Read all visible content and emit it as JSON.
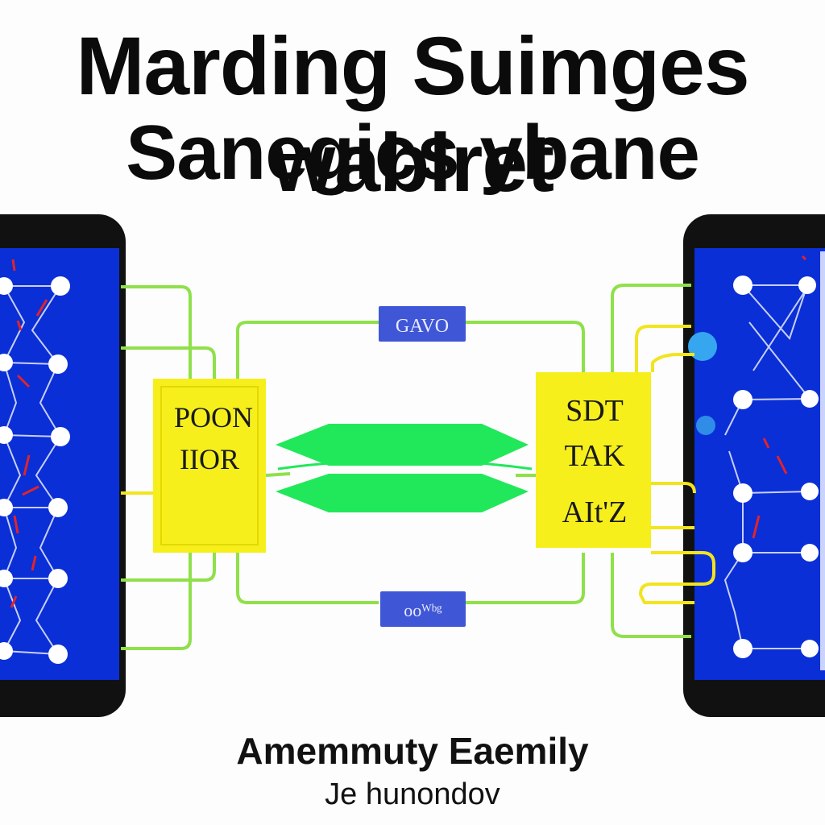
{
  "title": {
    "line1": "Marding Suimges wablret",
    "line2": "Sanegics ybane"
  },
  "top_tag": "GAVO",
  "bottom_tag": "ooᵂᵇᵍ",
  "left_box": {
    "line1": "POON",
    "line2": "IIOR"
  },
  "right_box": {
    "line1": "SDT",
    "line2": "TAK",
    "line3": "AIt'Z"
  },
  "footer": {
    "line1": "Amemmuty Eaemily",
    "line2": "Je hunondov"
  },
  "colors": {
    "screen": "#0a2fd6",
    "phone_frame": "#111111",
    "box_yellow": "#f6ef1c",
    "tag_blue": "#3f56d6",
    "wire_green": "#8fe04a",
    "arrow_green": "#21e85a",
    "wire_yellow": "#f2e41e"
  }
}
